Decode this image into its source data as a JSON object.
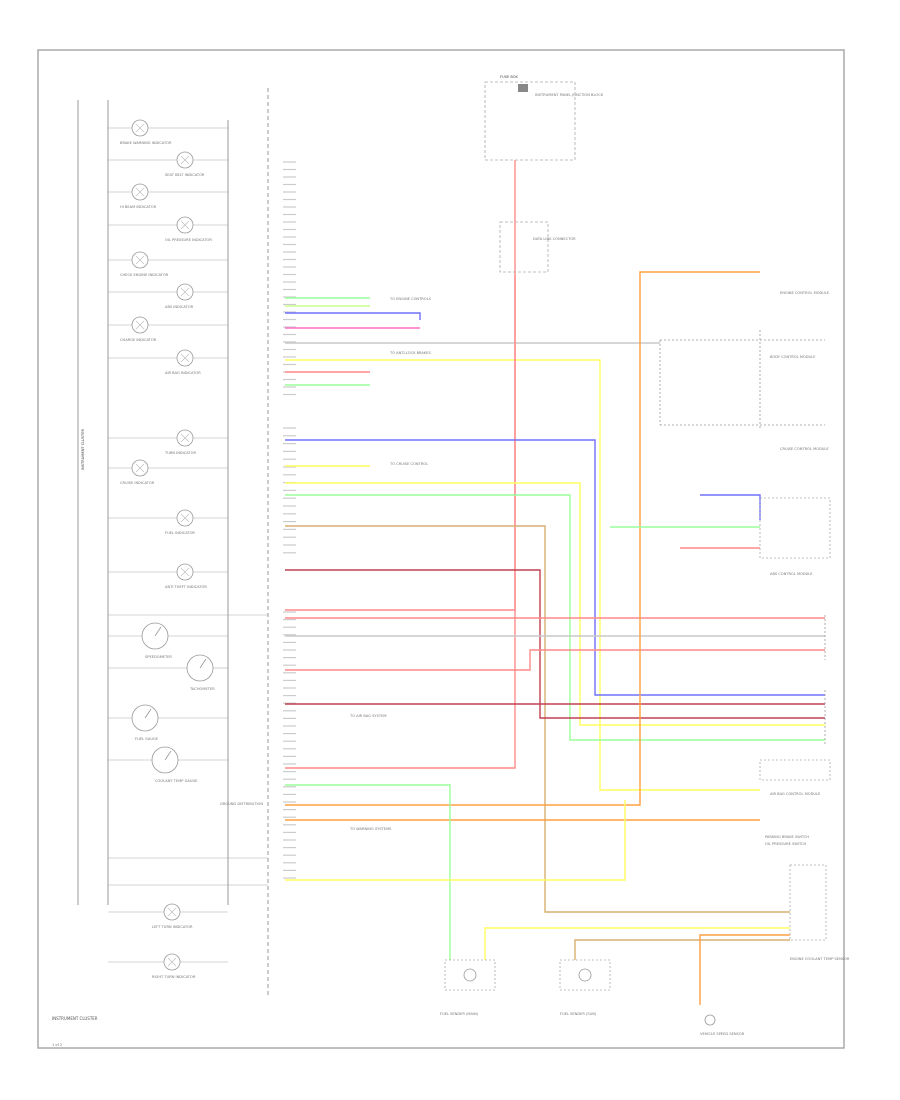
{
  "diagram": {
    "caption": "INSTRUMENT CLUSTER",
    "page_code": "1 of 2",
    "cluster_title": "INSTRUMENT CLUSTER",
    "indicators": [
      "BRAKE WARNING INDICATOR",
      "SEAT BELT INDICATOR",
      "HI BEAM INDICATOR",
      "OIL PRESSURE INDICATOR",
      "CHECK ENGINE INDICATOR",
      "ABS INDICATOR",
      "CHARGE INDICATOR",
      "AIR BAG INDICATOR",
      "TURN INDICATOR",
      "CRUISE INDICATOR",
      "FUEL INDICATOR",
      "ANTI THEFT INDICATOR",
      "LEFT TURN INDICATOR",
      "RIGHT TURN INDICATOR"
    ],
    "gauges": [
      "SPEEDOMETER",
      "TACHOMETER",
      "FUEL GAUGE",
      "COOLANT TEMP GAUGE"
    ],
    "ground_label": "GROUND DISTRIBUTION",
    "connector_top": "FUSE BOX",
    "connector_top_note": "INSTRUMENT PANEL JUNCTION BLOCK",
    "relay_label": "DATA LINK CONNECTOR",
    "right_components": [
      "ENGINE CONTROL MODULE",
      "BODY CONTROL MODULE",
      "CRUISE CONTROL MODULE",
      "ABS CONTROL MODULE",
      "AIR BAG CONTROL MODULE",
      "PARKING BRAKE SWITCH",
      "OIL PRESSURE SWITCH",
      "ENGINE COOLANT TEMP SENSOR"
    ],
    "fuel_sender_1": "FUEL SENDER (MAIN)",
    "fuel_sender_2": "FUEL SENDER (SUB)",
    "sensor_bottom": "VEHICLE SPEED SENSOR",
    "inline_notes": [
      "TO ENGINE CONTROLS",
      "TO ANTI-LOCK BRAKES",
      "TO CRUISE CONTROL",
      "TO AIR BAG SYSTEM",
      "TO WARNING SYSTEMS"
    ],
    "wire_colors": {
      "red": "#ff8a8a",
      "pink": "#ff6ec7",
      "blue": "#7070ff",
      "yellow": "#ffff60",
      "green": "#9aff9a",
      "lightgreen": "#c8ff90",
      "orange": "#ffa040",
      "tan": "#d9b070",
      "darkred": "#c04050",
      "gray": "#c8c8c8"
    }
  }
}
